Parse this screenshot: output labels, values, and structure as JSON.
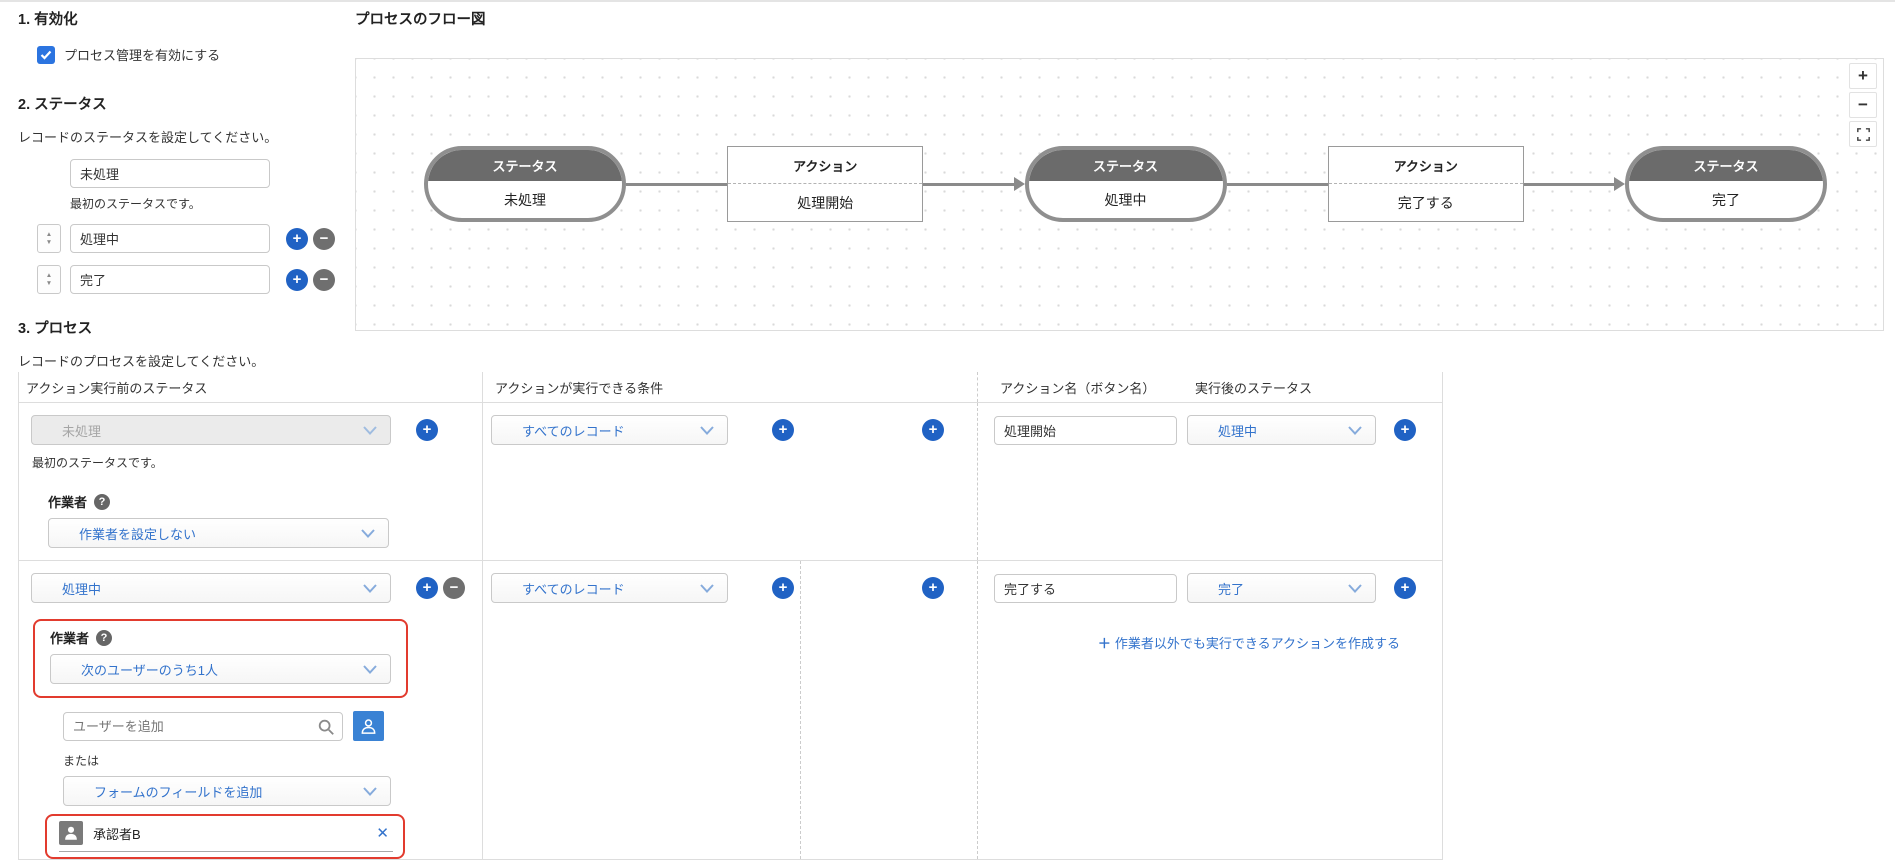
{
  "colors": {
    "accent_blue": "#2062c4",
    "link_blue": "#3373cc",
    "highlight_red": "#e23b2e",
    "node_gray": "#6b6b6b"
  },
  "icons": {
    "plus": "+",
    "minus": "−",
    "help": "?",
    "close": "✕",
    "zoom_in": "+",
    "zoom_out": "−",
    "stepper_up": "▲",
    "stepper_down": "▼"
  },
  "activation": {
    "heading": "1. 有効化",
    "checkbox_label": "プロセス管理を有効にする"
  },
  "status": {
    "heading": "2. ステータス",
    "description": "レコードのステータスを設定してください。",
    "first_value": "未処理",
    "first_note": "最初のステータスです。",
    "items": [
      {
        "value": "処理中"
      },
      {
        "value": "完了"
      }
    ]
  },
  "flow": {
    "heading": "プロセスのフロー図",
    "nodes": [
      {
        "kind": "status",
        "title": "ステータス",
        "label": "未処理"
      },
      {
        "kind": "action",
        "title": "アクション",
        "label": "処理開始"
      },
      {
        "kind": "status",
        "title": "ステータス",
        "label": "処理中"
      },
      {
        "kind": "action",
        "title": "アクション",
        "label": "完了する"
      },
      {
        "kind": "status",
        "title": "ステータス",
        "label": "完了"
      }
    ]
  },
  "process": {
    "heading": "3. プロセス",
    "description": "レコードのプロセスを設定してください。",
    "headers": {
      "before": "アクション実行前のステータス",
      "condition": "アクションが実行できる条件",
      "action_name": "アクション名（ボタン名）",
      "after": "実行後のステータス"
    },
    "rows": [
      {
        "before_status": "未処理",
        "note": "最初のステータスです。",
        "assignee_label": "作業者",
        "assignee_value": "作業者を設定しない",
        "condition_value": "すべてのレコード",
        "action_name": "処理開始",
        "after_status": "処理中"
      },
      {
        "before_status": "処理中",
        "assignee_label": "作業者",
        "assignee_value": "次のユーザーのうち1人",
        "user_search_placeholder": "ユーザーを追加",
        "or_label": "または",
        "form_field_value": "フォームのフィールドを追加",
        "selected_user": "承認者B",
        "condition_value": "すべてのレコード",
        "action_name": "完了する",
        "after_status": "完了",
        "add_action_link": {
          "plus": "＋",
          "label": "作業者以外でも実行できるアクションを作成する"
        }
      }
    ]
  }
}
